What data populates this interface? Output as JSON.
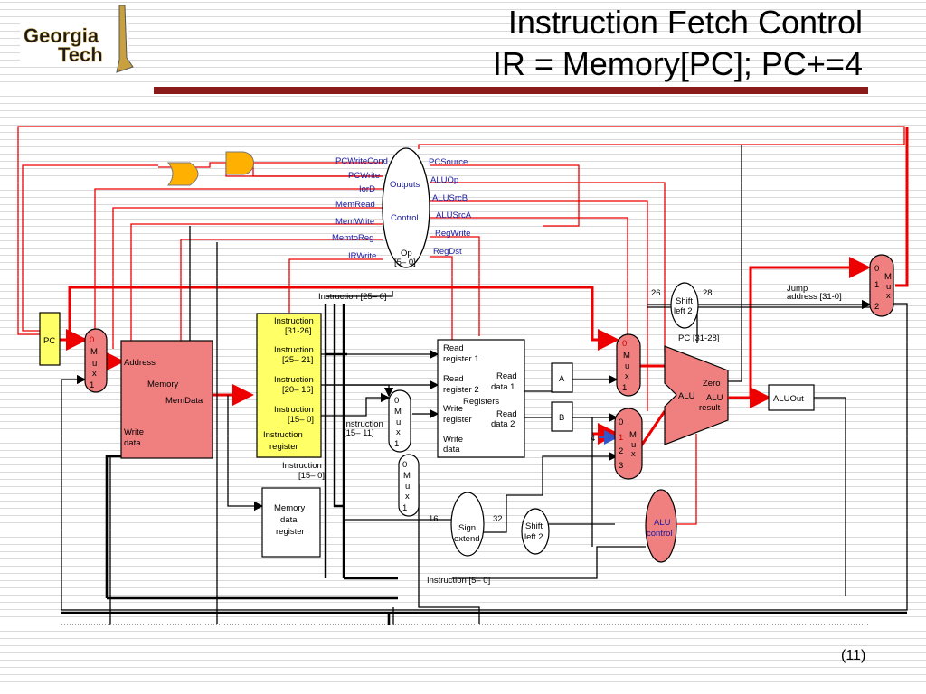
{
  "logo": {
    "line1": "Georgia",
    "line2": "Tech"
  },
  "title": {
    "line1": "Instruction Fetch Control",
    "line2": "IR = Memory[PC]; PC+=4"
  },
  "page_number": "(11)",
  "control": {
    "outputs": "Outputs",
    "control": "Control",
    "op": "Op",
    "op_bits": "[5– 0]",
    "signals_left": [
      "PCWriteCond",
      "PCWrite",
      "IorD",
      "MemRead",
      "MemWrite",
      "MemtoReg",
      "IRWrite"
    ],
    "signals_right": [
      "PCSource",
      "ALUOp",
      "ALUSrcB",
      "ALUSrcA",
      "RegWrite",
      "RegDst"
    ]
  },
  "pc": "PC",
  "mux_pc": {
    "i0": "0",
    "m": "M",
    "u": "u",
    "x": "x",
    "i1": "1"
  },
  "memory": {
    "address": "Address",
    "memory": "Memory",
    "memdata": "MemData",
    "write": "Write",
    "data": "data"
  },
  "ir": {
    "f1a": "Instruction",
    "f1b": "[31-26]",
    "f2a": "Instruction",
    "f2b": "[25– 21]",
    "f3a": "Instruction",
    "f3b": "[20– 16]",
    "f4a": "Instruction",
    "f4b": "[15– 0]",
    "name1": "Instruction",
    "name2": "register"
  },
  "instr_15_0": {
    "a": "Instruction",
    "b": "[15– 0]"
  },
  "instr_15_11": {
    "a": "Instruction",
    "b": "[15– 11]"
  },
  "instr_25_0": "Instruction [25– 0]",
  "instr_5_0": "Instruction [5– 0]",
  "mdr": {
    "a": "Memory",
    "b": "data",
    "c": "register"
  },
  "registers": {
    "rr1a": "Read",
    "rr1b": "register 1",
    "rr2a": "Read",
    "rr2b": "register 2",
    "wra": "Write",
    "wrb": "register",
    "wda": "Write",
    "wdb": "data",
    "rd1a": "Read",
    "rd1b": "data 1",
    "rd2a": "Read",
    "rd2b": "data 2",
    "name": "Registers"
  },
  "reg_a": "A",
  "reg_b": "B",
  "mux_reg": {
    "i0": "0",
    "m": "M",
    "u": "u",
    "x": "x",
    "i1": "1"
  },
  "mux_wd": {
    "i0": "0",
    "m": "M",
    "u": "u",
    "x": "x",
    "i1": "1"
  },
  "sign_extend": {
    "a": "Sign",
    "b": "extend",
    "in_bits": "16",
    "out_bits": "32"
  },
  "shift_left_2a": {
    "a": "Shift",
    "b": "left 2"
  },
  "shift_left_2b": {
    "a": "Shift",
    "b": "left 2",
    "in_bits": "26",
    "out_bits": "28"
  },
  "pc_31_28": "PC [31-28]",
  "jump": {
    "a": "Jump",
    "b": "address [31-0]"
  },
  "mux_alua": {
    "i0": "0",
    "m": "M",
    "u": "u",
    "x": "x",
    "i1": "1"
  },
  "mux_alub": {
    "i0": "0",
    "i1": "1",
    "i2": "2",
    "i3": "3",
    "m": "M",
    "u": "u",
    "x": "x",
    "four": "4"
  },
  "alu": {
    "name": "ALU",
    "zero": "Zero",
    "result_a": "ALU",
    "result_b": "result"
  },
  "aluout": "ALUOut",
  "alu_control": {
    "a": "ALU",
    "b": "control"
  },
  "mux_pcsrc": {
    "i0": "0",
    "i1": "1",
    "i2": "2",
    "m": "M",
    "u": "u",
    "x": "x"
  },
  "colors": {
    "red": "#ee0000",
    "salmon": "#f08080",
    "yellow": "#ffff66",
    "maroon": "#8b1a1a",
    "blue_label": "#1a1aa0"
  }
}
